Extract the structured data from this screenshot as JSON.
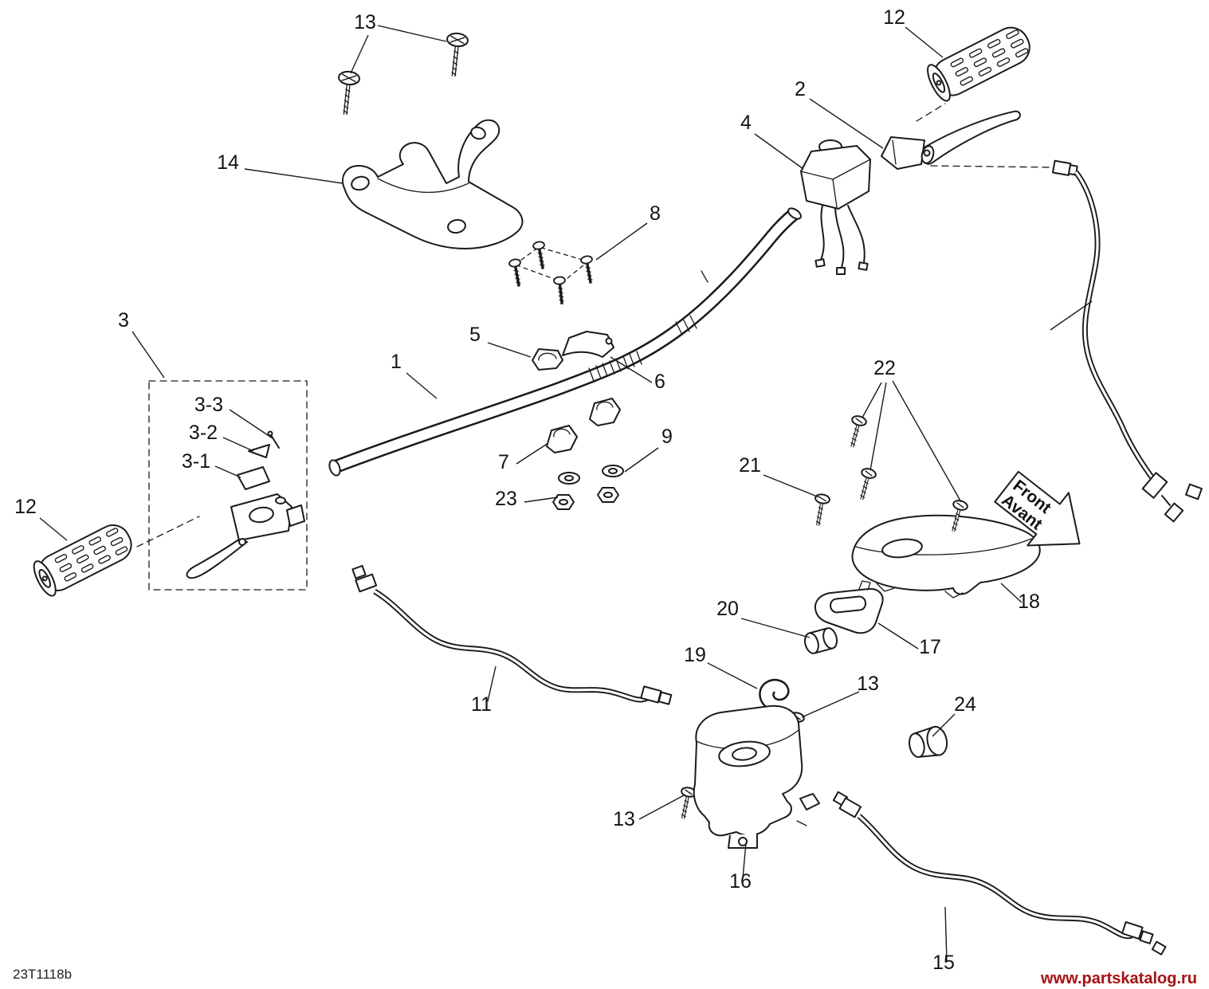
{
  "diagram": {
    "code": "23T1118b",
    "watermark": {
      "text": "www.partskatalog.ru",
      "color": "#b40d0d"
    },
    "front_arrow": {
      "line1": "Front",
      "line2": "Avant"
    },
    "callouts": [
      {
        "id": "13-top",
        "label": "13"
      },
      {
        "id": "12-right",
        "label": "12"
      },
      {
        "id": "2",
        "label": "2"
      },
      {
        "id": "4",
        "label": "4"
      },
      {
        "id": "14",
        "label": "14"
      },
      {
        "id": "8",
        "label": "8"
      },
      {
        "id": "3",
        "label": "3"
      },
      {
        "id": "5",
        "label": "5"
      },
      {
        "id": "1",
        "label": "1"
      },
      {
        "id": "6",
        "label": "6"
      },
      {
        "id": "22",
        "label": "22"
      },
      {
        "id": "3-3",
        "label": "3-3"
      },
      {
        "id": "3-2",
        "label": "3-2"
      },
      {
        "id": "3-1",
        "label": "3-1"
      },
      {
        "id": "9",
        "label": "9"
      },
      {
        "id": "7",
        "label": "7"
      },
      {
        "id": "21",
        "label": "21"
      },
      {
        "id": "23",
        "label": "23"
      },
      {
        "id": "12-left",
        "label": "12"
      },
      {
        "id": "18",
        "label": "18"
      },
      {
        "id": "20",
        "label": "20"
      },
      {
        "id": "17",
        "label": "17"
      },
      {
        "id": "19",
        "label": "19"
      },
      {
        "id": "13-mid",
        "label": "13"
      },
      {
        "id": "11",
        "label": "11"
      },
      {
        "id": "24",
        "label": "24"
      },
      {
        "id": "13-low",
        "label": "13"
      },
      {
        "id": "16",
        "label": "16"
      },
      {
        "id": "15",
        "label": "15"
      }
    ]
  }
}
